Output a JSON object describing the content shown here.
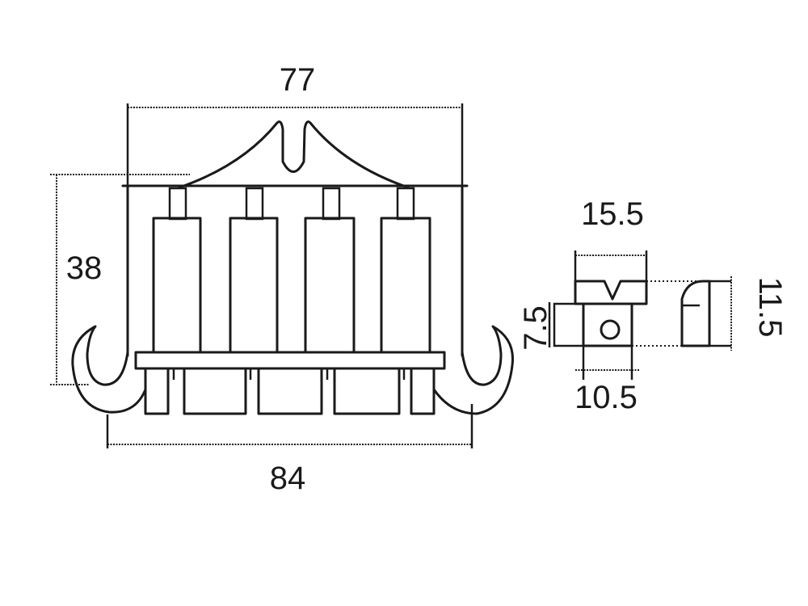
{
  "diagram": {
    "line_color": "#1a1a1a",
    "background": "#ffffff",
    "dimensions": {
      "top_width": "77",
      "bottom_width": "84",
      "left_height": "38",
      "side_top_width": "15.5",
      "side_bottom_width": "10.5",
      "side_left_height": "7.5",
      "side_right_height": "11.5"
    }
  }
}
